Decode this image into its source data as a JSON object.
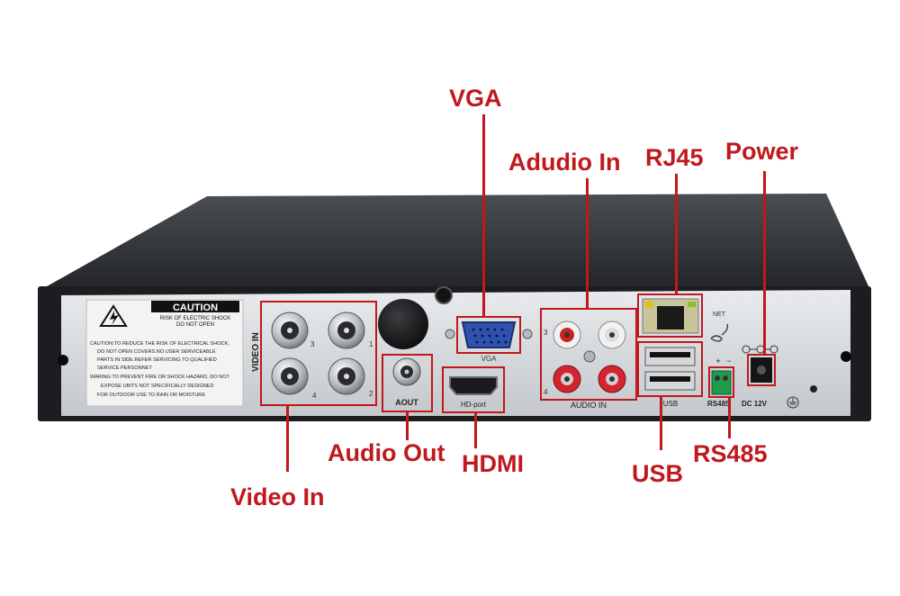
{
  "callouts": {
    "vga": "VGA",
    "audio_in": "Adudio In",
    "rj45": "RJ45",
    "power": "Power",
    "video_in": "Video In",
    "audio_out": "Audio Out",
    "hdmi": "HDMI",
    "usb": "USB",
    "rs485": "RS485"
  },
  "panel": {
    "caution_title": "CAUTION",
    "caution_sub1": "RISK OF ELECTRIC SHOCK",
    "caution_sub2": "DO NOT OPEN",
    "caution_text": [
      "CAUTION:TO REDUCE THE RISK OF ELECTRICAL SHOCK,",
      "DO NOT OPEN COVERS.NO USER SERVICEABLE",
      "PARTS IN SIDE.REFER SERVICING TO QUALIFIED",
      "SERVICE PERSONNET",
      "WARING:TO PREVENT FIRE OR SHOCK HAZARD, DO NOT",
      "EXPOSE UBITS NOT SPECIFICALLY DESIGNED",
      "FOR OUTDOOR USE TO RAIN OR MOISTURE"
    ],
    "video_in": "VIDEO IN",
    "ch1": "1",
    "ch2": "2",
    "ch3": "3",
    "ch4": "4",
    "aout": "AOUT",
    "vga": "VGA",
    "hdport": "HD-port",
    "audio_in": "AUDIO IN",
    "ain3": "3",
    "ain4": "4",
    "net": "NET",
    "usb": "USB",
    "rs485": "RS485",
    "dc12v": "DC 12V",
    "plus": "+",
    "minus": "−"
  },
  "colors": {
    "callout_red": "#c0181c",
    "chassis_top": "#2b2d31",
    "panel_silver": "#d9dcdf",
    "frame_black": "#1c1d20"
  }
}
